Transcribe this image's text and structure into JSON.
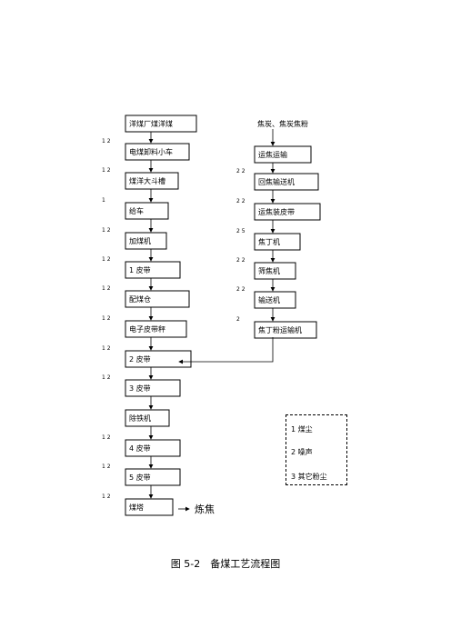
{
  "diagram": {
    "left_column": [
      {
        "label": "洋煤厂煤洋煤",
        "marker": ""
      },
      {
        "label": "电煤卸料小车",
        "marker": "1 2"
      },
      {
        "label": "煤洋大斗槽",
        "marker": "1 2"
      },
      {
        "label": "给车",
        "marker": "1"
      },
      {
        "label": "加煤机",
        "marker": "1 2"
      },
      {
        "label": "1 皮带",
        "marker": "1 2"
      },
      {
        "label": "配煤仓",
        "marker": "1 2"
      },
      {
        "label": "电子皮带秤",
        "marker": "1 2"
      },
      {
        "label": "2 皮带",
        "marker": "1 2"
      },
      {
        "label": "3 皮带",
        "marker": "1 2"
      },
      {
        "label": "除铁机",
        "marker": ""
      },
      {
        "label": "4 皮带",
        "marker": "1 2"
      },
      {
        "label": "5 皮带",
        "marker": "1 2"
      },
      {
        "label": "煤塔",
        "marker": "1 2"
      }
    ],
    "right_column_header": "焦炭、焦炭焦粉",
    "right_column": [
      {
        "label": "运焦运输",
        "marker": ""
      },
      {
        "label": "回焦输送机",
        "marker": "2 2"
      },
      {
        "label": "运焦装皮带",
        "marker": "2 2"
      },
      {
        "label": "焦丁机",
        "marker": "2 5"
      },
      {
        "label": "筛焦机",
        "marker": "2 2"
      },
      {
        "label": "输送机",
        "marker": "2 2"
      },
      {
        "label": "焦丁粉运输机",
        "marker": "2"
      }
    ],
    "output_label": "炼焦",
    "legend": [
      "1 煤尘",
      "2 噪声",
      "3 其它粉尘"
    ],
    "caption": "图 5-2　备煤工艺流程图"
  }
}
